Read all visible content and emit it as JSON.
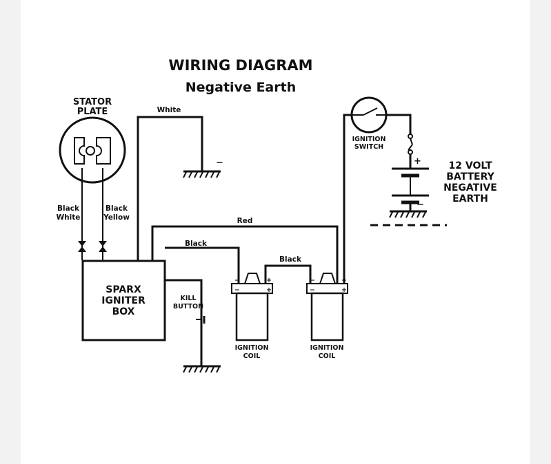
{
  "diagram": {
    "title": "WIRING DIAGRAM",
    "subtitle": "Negative Earth",
    "stator": {
      "line1": "STATOR",
      "line2": "PLATE"
    },
    "wires": {
      "white": "White",
      "red": "Red",
      "black_box": "Black",
      "black_coils": "Black",
      "black_white_1": "Black",
      "black_white_2": "White",
      "black_yellow_1": "Black",
      "black_yellow_2": "Yellow"
    },
    "igniter": {
      "line1": "SPARX",
      "line2": "IGNITER",
      "line3": "BOX"
    },
    "kill": {
      "line1": "KILL",
      "line2": "BUTTON"
    },
    "coil1": {
      "line1": "IGNITION",
      "line2": "COIL"
    },
    "coil2": {
      "line1": "IGNITION",
      "line2": "COIL"
    },
    "switch": {
      "line1": "IGNITION",
      "line2": "SWITCH"
    },
    "battery": {
      "line1": "12 VOLT",
      "line2": "BATTERY",
      "line3": "NEGATIVE",
      "line4": "EARTH"
    },
    "symbols": {
      "minus": "−",
      "plus": "+"
    }
  }
}
